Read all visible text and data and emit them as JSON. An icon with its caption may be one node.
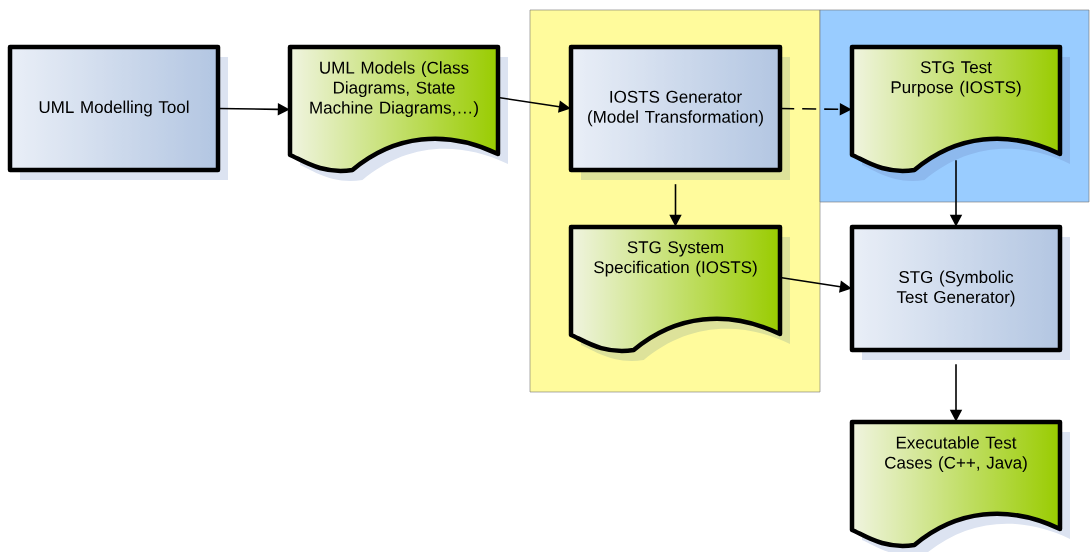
{
  "diagram": {
    "nodes": [
      {
        "text": [
          "UML Modelling Tool"
        ]
      },
      {
        "text": [
          "UML Models (Class Diagrams, State Machine Diagrams,…)"
        ]
      },
      {
        "text": [],
        "shape": "box"
      },
      {
        "text": [
          "IOSTS Generator (Model Transformation)"
        ],
        "in": 2
      },
      {
        "text": [],
        "shape": "box"
      },
      {
        "text": [
          "STG Test Purpose (IOSTS)"
        ],
        "in": 4
      },
      {
        "text": [
          "STG System Specification (IOSTS)"
        ],
        "in": 2
      },
      {
        "text": [
          "STG (Symbolic Test Generator)"
        ]
      },
      {
        "text": [
          "Executable Test Cases (C++, Java)"
        ]
      }
    ],
    "edges": [
      {
        "from": 0,
        "to": 1,
        "arrow": "to"
      },
      {
        "from": 1,
        "to": 3,
        "arrow": "to"
      },
      {
        "from": 3,
        "to": 5,
        "arrow": "to",
        "style": "dashed"
      },
      {
        "from": 3,
        "to": 6,
        "arrow": "to"
      },
      {
        "from": 5,
        "to": 7,
        "arrow": "to"
      },
      {
        "from": 6,
        "to": 7,
        "arrow": "to"
      },
      {
        "from": 7,
        "to": 8,
        "arrow": "to"
      }
    ]
  }
}
